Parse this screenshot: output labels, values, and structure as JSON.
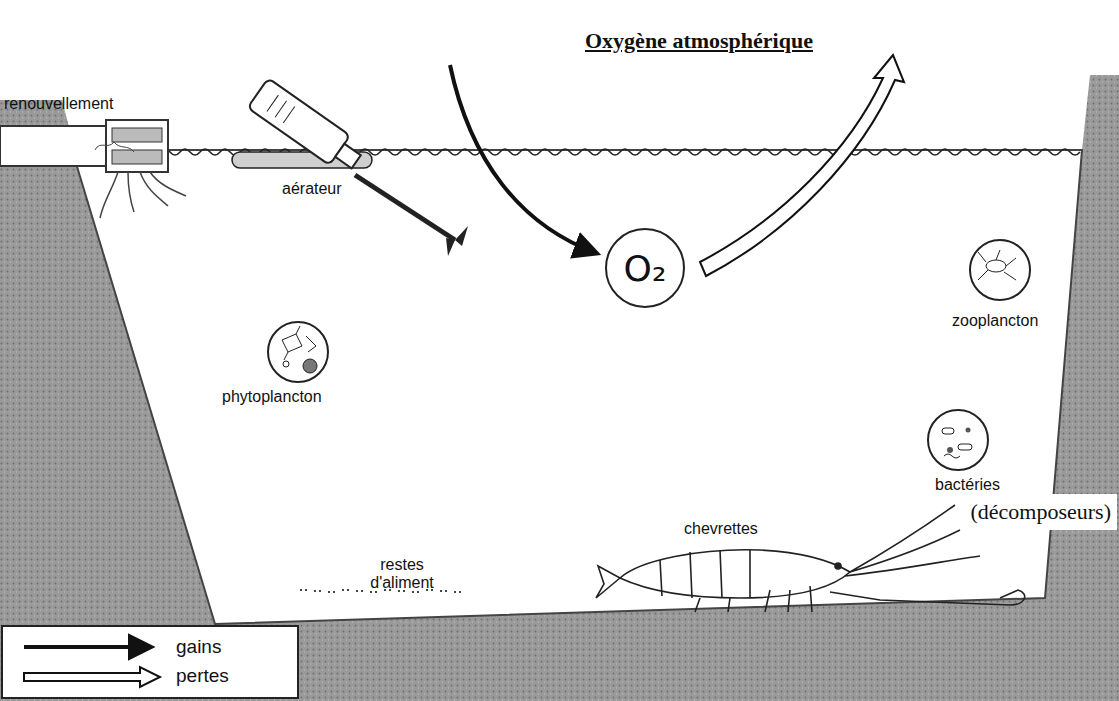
{
  "diagram": {
    "title": "Oxygène atmosphérique",
    "nodes": [
      {
        "text": [
          "O₂"
        ]
      },
      {
        "text": [
          "(décomposeurs)"
        ]
      }
    ],
    "labels": [
      "renouvellement",
      "aérateur",
      "phytoplancton",
      "zooplancton",
      "bactéries",
      "restes d'aliment",
      "chevrettes"
    ],
    "legend": [
      {
        "text": "gains"
      },
      {
        "text": "pertes"
      }
    ]
  }
}
